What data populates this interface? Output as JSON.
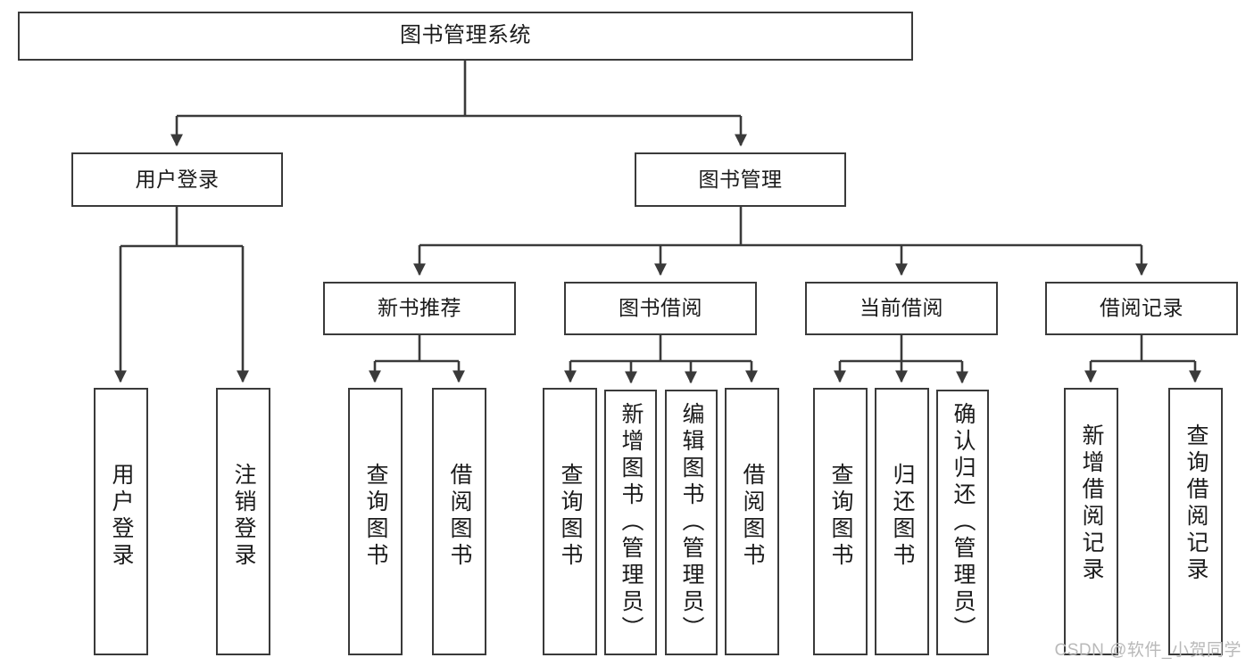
{
  "diagram": {
    "type": "tree",
    "title": "图书管理系统",
    "orientation": "top-down",
    "edge_color": "#3a3a3a",
    "box_border_color": "#3a3a3a",
    "box_fill_color": "#ffffff",
    "text_color": "#1b1b1b"
  },
  "nodes": {
    "root": {
      "label": "图书管理系统"
    },
    "level2": [
      {
        "label": "用户登录"
      },
      {
        "label": "图书管理"
      }
    ],
    "level3": [
      {
        "label": "新书推荐"
      },
      {
        "label": "图书借阅"
      },
      {
        "label": "当前借阅"
      },
      {
        "label": "借阅记录"
      }
    ],
    "leaves": {
      "user_login": [
        {
          "label": "用户登录"
        },
        {
          "label": "注销登录"
        }
      ],
      "new_book_recommend": [
        {
          "label": "查询图书"
        },
        {
          "label": "借阅图书"
        }
      ],
      "book_borrow": [
        {
          "label": "查询图书"
        },
        {
          "label": "新增图书（管理员）"
        },
        {
          "label": "编辑图书（管理员）"
        },
        {
          "label": "借阅图书"
        }
      ],
      "current_borrow": [
        {
          "label": "查询图书"
        },
        {
          "label": "归还图书"
        },
        {
          "label": "确认归还（管理员）"
        }
      ],
      "borrow_record": [
        {
          "label": "新增借阅记录"
        },
        {
          "label": "查询借阅记录"
        }
      ]
    }
  },
  "watermark": {
    "text": "CSDN @软件_小贺同学"
  }
}
